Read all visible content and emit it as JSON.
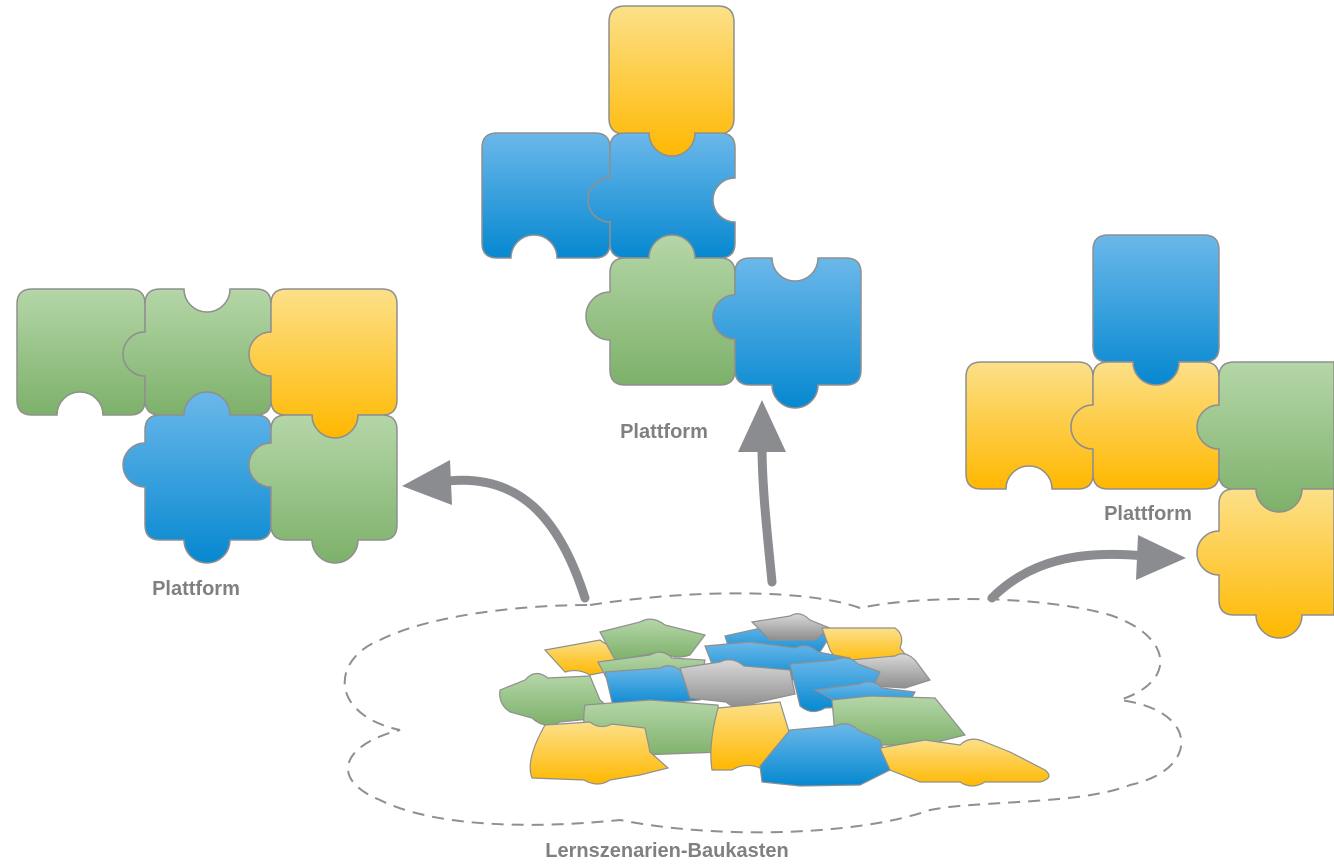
{
  "labels": {
    "platform_left": "Plattform",
    "platform_center": "Plattform",
    "platform_right": "Plattform",
    "toolkit": "Lernszenarien-Baukasten"
  },
  "colors": {
    "yellow": "#FFC21A",
    "blue": "#1E93D8",
    "green": "#8DBD7E",
    "gray": "#9A9A9A",
    "arrow": "#8A8C8F",
    "outline": "#8F8F8F"
  },
  "icons": {
    "arrows": "curved-arrow",
    "pieces": "puzzle-piece",
    "toolkit": "dashed-cloud"
  }
}
